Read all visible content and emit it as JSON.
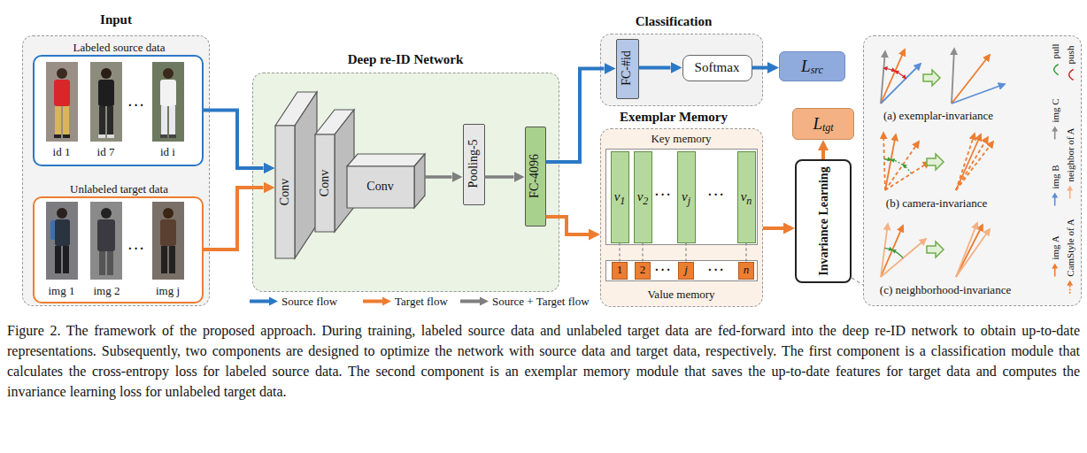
{
  "diagram": {
    "caption": "Figure 2. The framework of the proposed approach. During training, labeled source data and unlabeled target data are fed-forward into the deep re-ID network to obtain up-to-date representations. Subsequently, two components are designed to optimize the network with source data and target data, respectively. The first component is a classification module that calculates the cross-entropy loss for labeled source data. The second component is an exemplar memory module that saves the up-to-date features for target data and computes the invariance learning loss for unlabeled target data.",
    "nodes": [
      {
        "text": [
          "Input"
        ]
      },
      {
        "text": [
          "Labeled source data",
          "id 1",
          "id 7",
          "···",
          "id i"
        ],
        "in": 0
      },
      {
        "text": [
          "Unlabeled target data",
          "img 1",
          "img 2",
          "···",
          "img j"
        ],
        "in": 0
      },
      {
        "text": [
          "Deep re-ID Network"
        ]
      },
      {
        "text": [
          "Conv"
        ],
        "in": 3
      },
      {
        "text": [
          "Conv"
        ],
        "in": 3
      },
      {
        "text": [
          "Conv"
        ],
        "in": 3
      },
      {
        "text": [
          "Pooling-5"
        ],
        "in": 3
      },
      {
        "text": [
          "FC-4096"
        ],
        "in": 3
      },
      {
        "text": [
          "Classification"
        ]
      },
      {
        "text": [
          "FC-#id"
        ],
        "in": 9
      },
      {
        "text": [
          "Softmax"
        ],
        "in": 9
      },
      {
        "text": [
          "L",
          "src"
        ]
      },
      {
        "text": [
          "Exemplar Memory"
        ]
      },
      {
        "text": [
          "Key memory",
          "···",
          "···"
        ],
        "in": 13
      },
      {
        "text": [
          "v",
          "1"
        ],
        "in": 14
      },
      {
        "text": [
          "v",
          "2"
        ],
        "in": 14
      },
      {
        "text": [
          "v",
          "j"
        ],
        "in": 14
      },
      {
        "text": [
          "v",
          "n"
        ],
        "in": 14
      },
      {
        "text": [
          "Value memory",
          "···",
          "···"
        ],
        "in": 13
      },
      {
        "text": [
          "1"
        ],
        "in": 19
      },
      {
        "text": [
          "2"
        ],
        "in": 19
      },
      {
        "text": [
          "j"
        ],
        "in": 19
      },
      {
        "text": [
          "n"
        ],
        "in": 19
      },
      {
        "text": [
          "Invariance Learning"
        ]
      },
      {
        "text": [
          "L",
          "tgt"
        ]
      },
      {
        "text": [
          "(a) exemplar-invariance",
          "(b) camera-invariance",
          "(c) neighborhood-invariance"
        ]
      }
    ],
    "edges": [
      {
        "from": 1,
        "to": 4,
        "arrow": "to"
      },
      {
        "from": 2,
        "to": 4,
        "arrow": "to"
      },
      {
        "from": 6,
        "to": 7,
        "arrow": "to"
      },
      {
        "from": 7,
        "to": 8,
        "arrow": "to"
      },
      {
        "from": 8,
        "to": 10,
        "arrow": "to"
      },
      {
        "from": 10,
        "to": 11,
        "arrow": "to"
      },
      {
        "from": 11,
        "to": 12,
        "arrow": "to"
      },
      {
        "from": 8,
        "to": 13,
        "arrow": "to"
      },
      {
        "from": 13,
        "to": 24,
        "arrow": "to"
      },
      {
        "from": 24,
        "to": 25,
        "arrow": "to"
      },
      {
        "from": 15,
        "to": 20,
        "arrow": "none"
      },
      {
        "from": 16,
        "to": 21,
        "arrow": "none"
      },
      {
        "from": 17,
        "to": 22,
        "arrow": "none"
      },
      {
        "from": 18,
        "to": 23,
        "arrow": "none"
      },
      {
        "from": 24,
        "to": 26,
        "arrow": "none"
      }
    ],
    "legend": [
      {
        "text": "Source flow"
      },
      {
        "text": "Target flow"
      },
      {
        "text": "Source + Target flow"
      },
      {
        "text": "pull"
      },
      {
        "text": "push"
      },
      {
        "text": "img C"
      },
      {
        "text": "img B"
      },
      {
        "text": "img A"
      },
      {
        "text": "neighbor of A"
      },
      {
        "text": "CamStyle of A"
      }
    ]
  }
}
